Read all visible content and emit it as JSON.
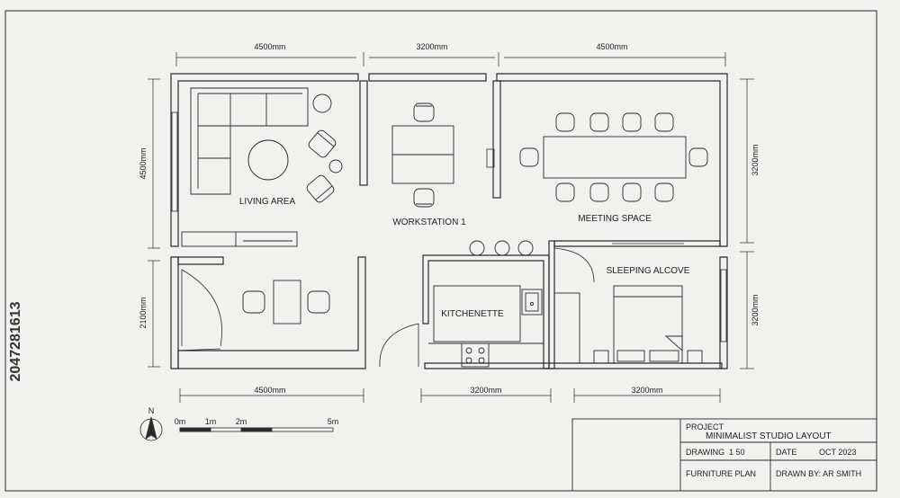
{
  "rooms": {
    "living": "LIVING AREA",
    "workstation": "WORKSTATION 1",
    "meeting": "MEETING SPACE",
    "sleeping": "SLEEPING ALCOVE",
    "kitchen": "KITCHENETTE"
  },
  "dimensions": {
    "top_left": "4500mm",
    "top_mid": "3200mm",
    "top_right": "4500mm",
    "bottom_left": "4500mm",
    "bottom_mid": "3200mm",
    "bottom_right": "3200mm",
    "left_upper": "4500mm",
    "left_lower": "2100mm",
    "right_upper": "3200mm",
    "right_lower": "3200mm"
  },
  "compass": {
    "north": "N"
  },
  "scale": {
    "m0": "0m",
    "m1": "1m",
    "m2": "2m",
    "m5": "5m"
  },
  "title_block": {
    "project_label": "PROJECT",
    "project_name": "MINIMALIST STUDIO LAYOUT",
    "drawing_label": "DRAWING",
    "drawing_scale": "1 50",
    "date_label": "DATE",
    "date_value": "OCT 2023",
    "plan_type": "FURNITURE PLAN",
    "drawn_by": "DRAWN BY: AR  SMITH"
  },
  "side_id": "2047281613"
}
